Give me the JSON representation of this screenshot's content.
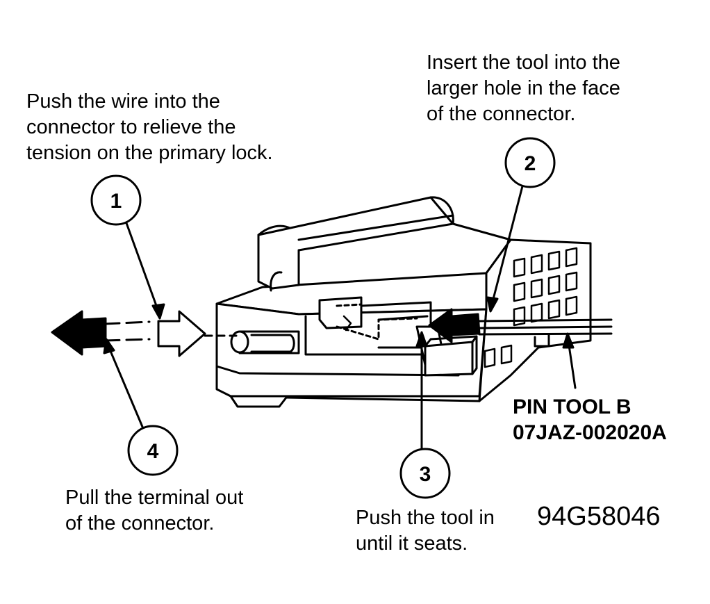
{
  "diagram": {
    "callouts": [
      {
        "number": "1",
        "lines": [
          "Push the wire into the",
          "connector to relieve the",
          "tension on the primary lock."
        ]
      },
      {
        "number": "2",
        "lines": [
          "Insert the tool into the",
          "larger hole in the face",
          "of the connector."
        ]
      },
      {
        "number": "3",
        "lines": [
          "Push the tool in",
          "until it seats."
        ]
      },
      {
        "number": "4",
        "lines": [
          "Pull the terminal out",
          "of the connector."
        ]
      }
    ],
    "tool_label": {
      "line1": "PIN TOOL B",
      "line2": "07JAZ-002020A"
    },
    "figure_id": "94G58046"
  }
}
